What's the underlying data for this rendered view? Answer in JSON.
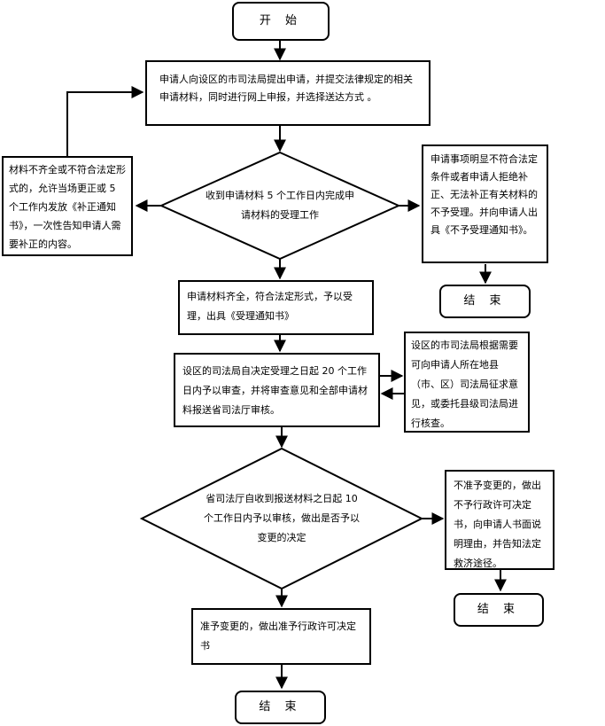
{
  "flowchart": {
    "start": "开 始",
    "submit": "申请人向设区的市司法局提出申请，并提交法律规定的相关申请材料，同时进行网上申报，并选择送达方式 。",
    "incomplete": "材料不齐全或不符合法定形式的，允许当场更正或 5 个工作内发放《补正通知书》，一次性告知申请人需要补正的内容。",
    "review_decision": "收到申请材料 5 个工作日内完成申请材料的受理工作",
    "rejected": "申请事项明显不符合法定条件或者申请人拒绝补正、无法补正有关材料的不予受理。并向申请人出具《不予受理通知书》。",
    "end_rejected": "结 束",
    "accepted": "申请材料齐全，符合法定形式，予以受理，出具《受理通知书》",
    "city_review": "设区的司法局自决定受理之日起 20 个工作日内予以审查，并将审查意见和全部申请材料报送省司法厅审核。",
    "county_consult": "设区的市司法局根据需要可向申请人所在地县（市、区）司法局征求意见，或委托县级司法局进行核查。",
    "province_decision": "省司法厅自收到报送材料之日起 10 个工作日内予以审核，做出是否予以变更的决定",
    "denied": "不准予变更的，做出不予行政许可决定书，向申请人书面说明理由，并告知法定救济途径。",
    "end_denied": "结 束",
    "approved": "准予变更的，做出准予行政许可决定书",
    "end_final": "结 束"
  }
}
